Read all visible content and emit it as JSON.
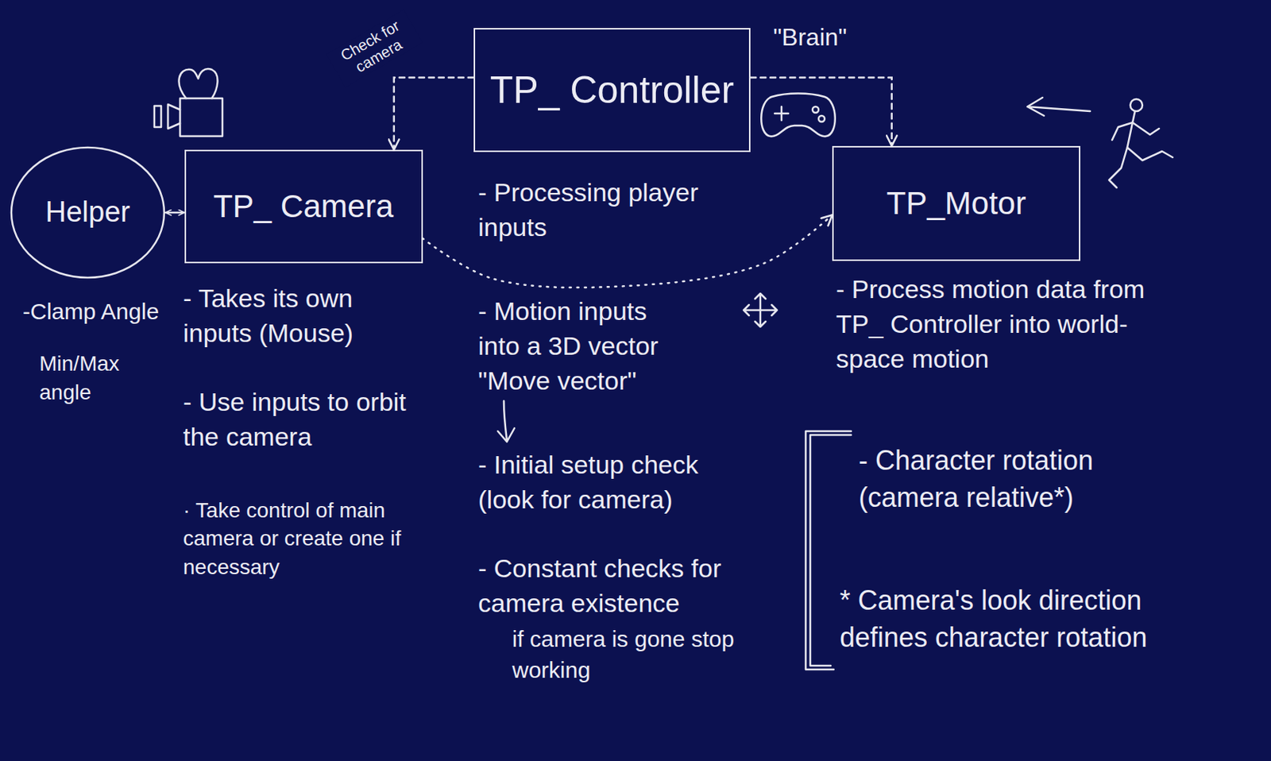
{
  "diagram": {
    "nodes": [
      {
        "text": [
          "TP_ Controller"
        ]
      },
      {
        "text": [
          "Helper"
        ]
      },
      {
        "text": [
          "TP_ Camera"
        ]
      },
      {
        "text": [
          "TP_Motor"
        ]
      }
    ],
    "edges": [
      {
        "from": 0,
        "to": 2,
        "arrow": "to",
        "label": "Check for camera"
      },
      {
        "from": 0,
        "to": 3,
        "arrow": "to"
      },
      {
        "from": 2,
        "to": 3,
        "arrow": "to"
      },
      {
        "from": 1,
        "to": 2,
        "arrow": "both"
      }
    ],
    "labels": [
      "\"Brain\"",
      "-Clamp Angle",
      "Min/Max angle",
      "- Takes its own inputs (Mouse)",
      "- Use inputs to orbit the camera",
      "· Take control of main camera or create one if necessary",
      "- Processing player inputs",
      "- Motion inputs into a 3D vector \"Move vector\"",
      "- Initial setup check (look for camera)",
      "- Constant checks for camera existence",
      "if camera is gone stop working",
      "- Process motion data from TP_ Controller into world-space motion",
      "- Character rotation (camera relative*)",
      "* Camera's look direction defines character rotation"
    ]
  }
}
